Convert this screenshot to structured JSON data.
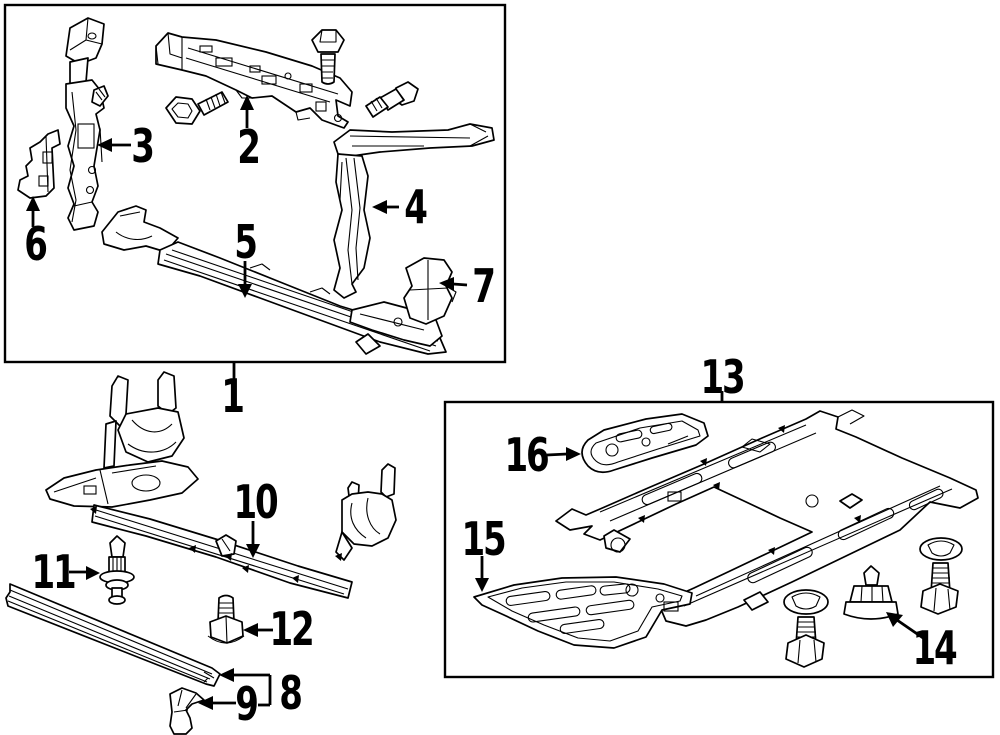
{
  "diagram": {
    "kind": "exploded-parts-diagram",
    "colors": {
      "background": "#ffffff",
      "lines": "#000000",
      "labels": "#000000"
    },
    "callouts": [
      "1",
      "2",
      "3",
      "4",
      "5",
      "6",
      "7",
      "8",
      "9",
      "10",
      "11",
      "12",
      "13",
      "14",
      "15",
      "16"
    ]
  }
}
